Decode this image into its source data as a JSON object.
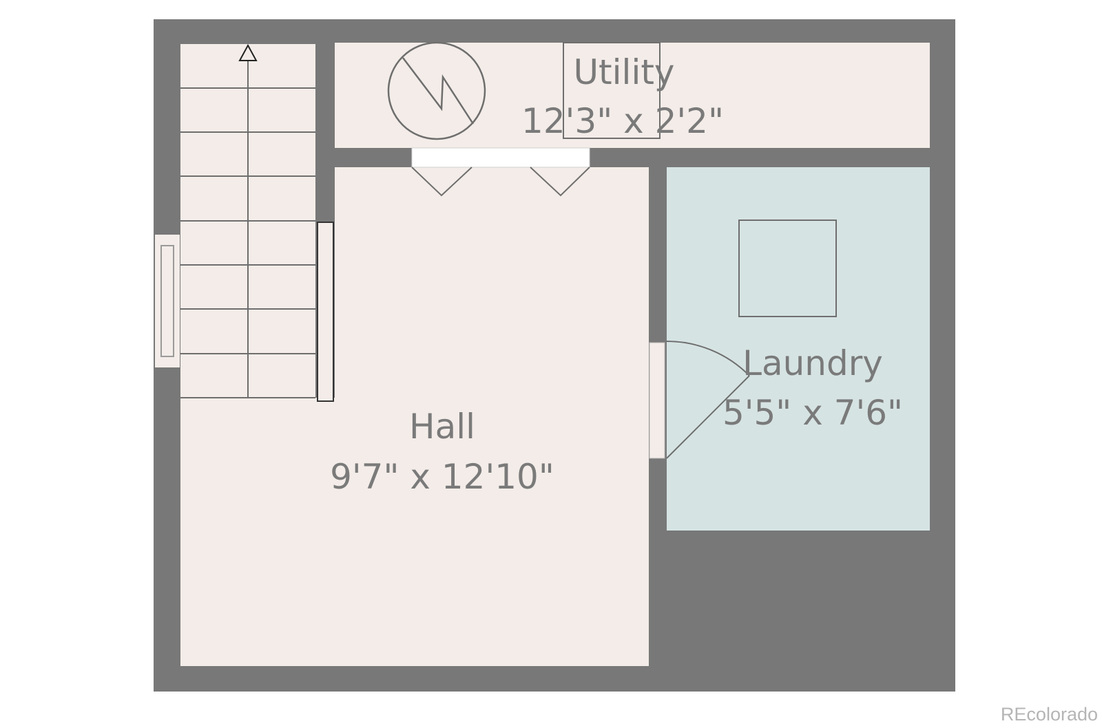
{
  "rooms": {
    "utility": {
      "name": "Utility",
      "size": "12'3\" x 2'2\"",
      "fill": "#f3ece8"
    },
    "laundry": {
      "name": "Laundry",
      "size": "5'5\" x 7'6\"",
      "fill": "#d6e3e3"
    },
    "hall": {
      "name": "Hall",
      "size": "9'7\" x 12'10\"",
      "fill": "#f3ece8"
    }
  },
  "colors": {
    "wall": "#787878",
    "line": "#6e6e6e",
    "background": "#ffffff"
  },
  "icons": {
    "water_heater": "water-heater-icon",
    "stair_arrow": "stair-direction-arrow-icon",
    "washer": "washer-icon"
  },
  "watermark": "REcolorado"
}
